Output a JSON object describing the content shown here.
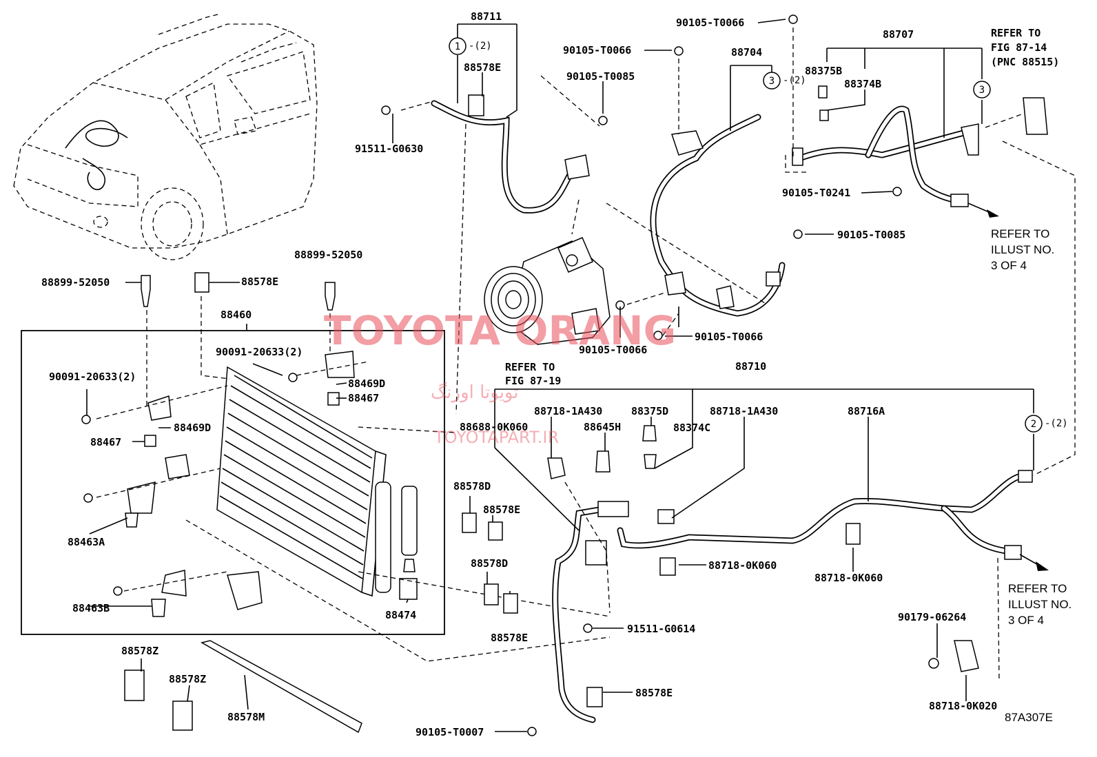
{
  "watermark": {
    "main": "TOYOTA ORANG",
    "persian": "تویوتا اورنگ",
    "site": "TOYOTAPART.IR"
  },
  "figure_code": "87A307E",
  "references": {
    "fig_87_14_l1": "REFER TO",
    "fig_87_14_l2": "FIG 87-14",
    "fig_87_14_l3": "(PNC 88515)",
    "fig_87_19_l1": "REFER TO",
    "fig_87_19_l2": "FIG 87-19",
    "illust_a_l1": "REFER TO",
    "illust_a_l2": "ILLUST NO.",
    "illust_a_l3": "3 OF 4",
    "illust_b_l1": "REFER TO",
    "illust_b_l2": "ILLUST NO.",
    "illust_b_l3": "3 OF 4"
  },
  "callouts": {
    "c1": "1",
    "c1_qty": "-(2)",
    "c2": "2",
    "c2_qty": "-(2)",
    "c3a": "3",
    "c3a_qty": "-(2)",
    "c3b": "3"
  },
  "parts": {
    "p88711": "88711",
    "p88578E_a": "88578E",
    "p91511_G0630": "91511-G0630",
    "p90105_T0066_a": "90105-T0066",
    "p90105_T0085_a": "90105-T0085",
    "p90105_T0066_b": "90105-T0066",
    "p88704": "88704",
    "p88707": "88707",
    "p88375B": "88375B",
    "p88374B": "88374B",
    "p90105_T0241": "90105-T0241",
    "p90105_T0085_b": "90105-T0085",
    "p90105_T0066_c": "90105-T0066",
    "p90105_T0066_d": "90105-T0066",
    "p88899_52050_a": "88899-52050",
    "p88899_52050_b": "88899-52050",
    "p88578E_b": "88578E",
    "p88460": "88460",
    "p90091_20633_a": "90091-20633(2)",
    "p90091_20633_b": "90091-20633(2)",
    "p88469D_a": "88469D",
    "p88467_a": "88467",
    "p88469D_b": "88469D",
    "p88467_b": "88467",
    "p88463A": "88463A",
    "p88463B": "88463B",
    "p88474": "88474",
    "p88710": "88710",
    "p88688_0K060": "88688-0K060",
    "p88718_1A430_a": "88718-1A430",
    "p88645H": "88645H",
    "p88375D": "88375D",
    "p88374C": "88374C",
    "p88718_1A430_b": "88718-1A430",
    "p88716A": "88716A",
    "p88578D_a": "88578D",
    "p88578E_c": "88578E",
    "p88578D_b": "88578D",
    "p88578E_d": "88578E",
    "p88718_0K060_a": "88718-0K060",
    "p88718_0K060_b": "88718-0K060",
    "p91511_G0614": "91511-G0614",
    "p88578E_e": "88578E",
    "p90105_T0007": "90105-T0007",
    "p90179_06264": "90179-06264",
    "p88718_0K020": "88718-0K020",
    "p88578Z_a": "88578Z",
    "p88578Z_b": "88578Z",
    "p88578M": "88578M"
  }
}
